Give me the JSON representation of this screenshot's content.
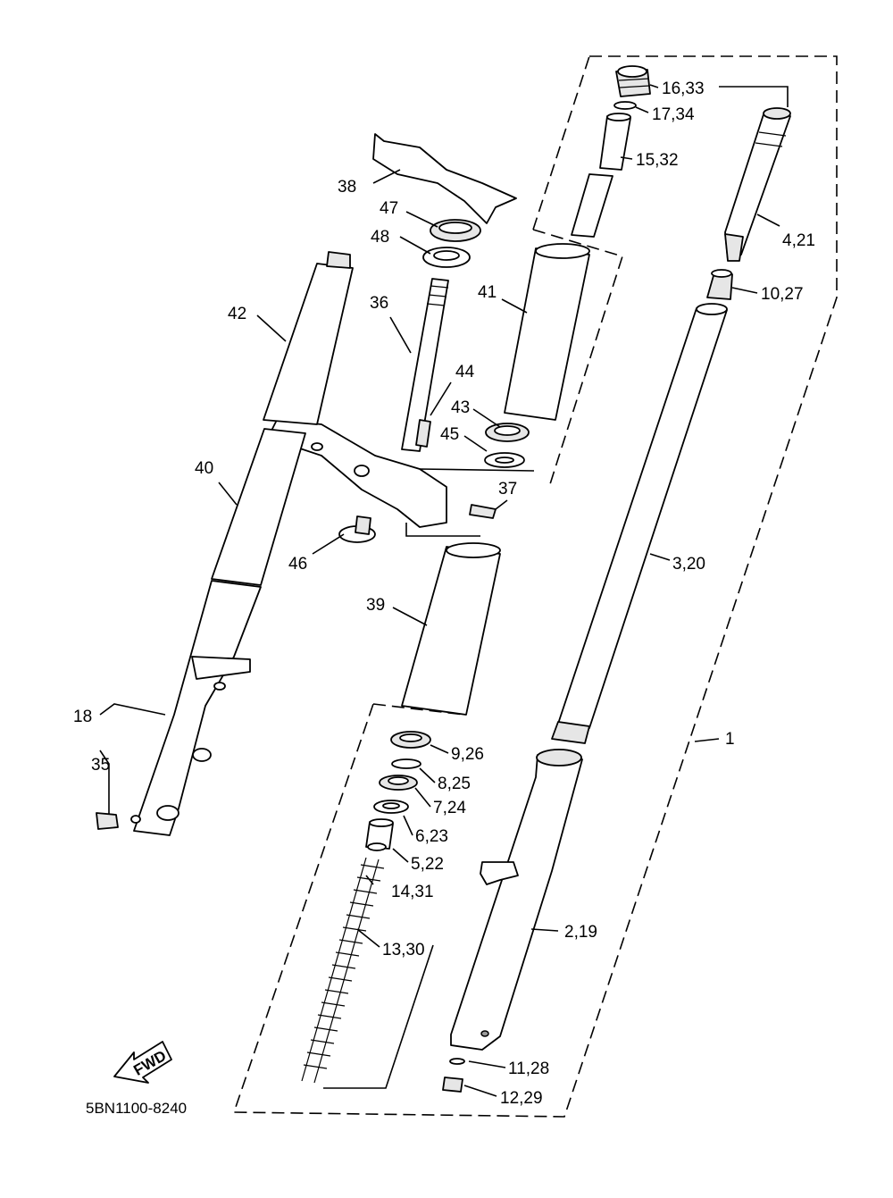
{
  "diagram_code": "5BN1100-8240",
  "forward_badge": "FWD",
  "callouts": [
    {
      "id": "c1",
      "text": "16,33"
    },
    {
      "id": "c2",
      "text": "17,34"
    },
    {
      "id": "c3",
      "text": "15,32"
    },
    {
      "id": "c4",
      "text": "4,21"
    },
    {
      "id": "c5",
      "text": "10,27"
    },
    {
      "id": "c6",
      "text": "38"
    },
    {
      "id": "c7",
      "text": "47"
    },
    {
      "id": "c8",
      "text": "48"
    },
    {
      "id": "c9",
      "text": "42"
    },
    {
      "id": "c10",
      "text": "36"
    },
    {
      "id": "c11",
      "text": "41"
    },
    {
      "id": "c12",
      "text": "44"
    },
    {
      "id": "c13",
      "text": "43"
    },
    {
      "id": "c14",
      "text": "45"
    },
    {
      "id": "c15",
      "text": "37"
    },
    {
      "id": "c16",
      "text": "40"
    },
    {
      "id": "c17",
      "text": "46"
    },
    {
      "id": "c18",
      "text": "3,20"
    },
    {
      "id": "c19",
      "text": "39"
    },
    {
      "id": "c20",
      "text": "18"
    },
    {
      "id": "c21",
      "text": "35"
    },
    {
      "id": "c22",
      "text": "1"
    },
    {
      "id": "c23",
      "text": "9,26"
    },
    {
      "id": "c24",
      "text": "8,25"
    },
    {
      "id": "c25",
      "text": "7,24"
    },
    {
      "id": "c26",
      "text": "6,23"
    },
    {
      "id": "c27",
      "text": "5,22"
    },
    {
      "id": "c28",
      "text": "14,31"
    },
    {
      "id": "c29",
      "text": "13,30"
    },
    {
      "id": "c30",
      "text": "2,19"
    },
    {
      "id": "c31",
      "text": "11,28"
    },
    {
      "id": "c32",
      "text": "12,29"
    }
  ]
}
